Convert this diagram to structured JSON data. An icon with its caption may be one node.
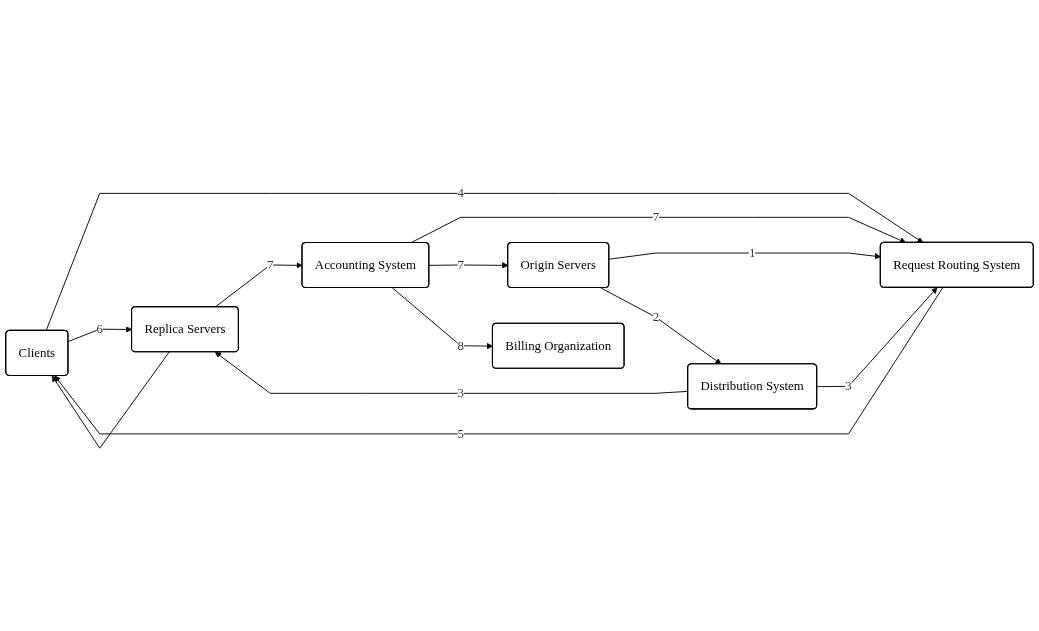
{
  "diagram": {
    "nodes": [
      {
        "text": [
          "Clients"
        ]
      },
      {
        "text": [
          "Request Routing System"
        ]
      },
      {
        "text": [
          "Distribution System"
        ]
      },
      {
        "text": [
          "Origin Servers"
        ]
      },
      {
        "text": [
          "Replica Servers"
        ]
      },
      {
        "text": [
          "Accounting System"
        ]
      },
      {
        "text": [
          "Billing Organization"
        ]
      }
    ],
    "edges": [
      {
        "from": 1,
        "to": 0,
        "arrow": "to",
        "label": "5"
      },
      {
        "from": 0,
        "to": 1,
        "arrow": "to",
        "label": "4"
      },
      {
        "from": 0,
        "to": 4,
        "arrow": "to",
        "label": "6"
      },
      {
        "from": 4,
        "to": 0,
        "arrow": "to"
      },
      {
        "from": 2,
        "to": 1,
        "arrow": "to",
        "label": "3"
      },
      {
        "from": 3,
        "to": 1,
        "arrow": "to",
        "label": "1"
      },
      {
        "from": 3,
        "to": 2,
        "arrow": "to",
        "label": "2"
      },
      {
        "from": 2,
        "to": 4,
        "arrow": "to",
        "label": "3"
      },
      {
        "from": 4,
        "to": 5,
        "arrow": "to",
        "label": "7"
      },
      {
        "from": 5,
        "to": 1,
        "arrow": "to",
        "label": "7"
      },
      {
        "from": 5,
        "to": 3,
        "arrow": "to",
        "label": "7"
      },
      {
        "from": 5,
        "to": 6,
        "arrow": "to",
        "label": "8"
      }
    ]
  }
}
